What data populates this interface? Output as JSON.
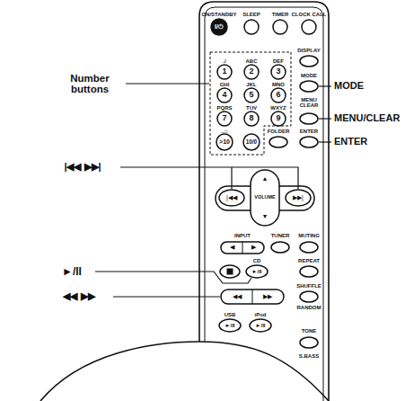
{
  "diagram": {
    "labels": [
      "ON/STANDBY",
      "SLEEP",
      "TIMER",
      "CLOCK CALL",
      "I/⏻",
      "Number buttons",
      "DISPLAY",
      "./",
      "1",
      "ABC",
      "2",
      "DEF",
      "3",
      "GHI",
      "4",
      "JKL",
      "5",
      "MNO",
      "6",
      "MODE",
      "MENU CLEAR",
      "PQRS",
      "7",
      "TUV",
      "8",
      "WXYZ",
      "9",
      "ENTER",
      ".,:;",
      ">10",
      "10/0",
      "FOLDER",
      "MODE",
      "MENU/CLEAR",
      "ENTER",
      "|◀◀   ▶▶|",
      "▲",
      "|◀◀",
      "VOLUME",
      "▶▶|",
      "▼",
      "INPUT",
      "TUNER",
      "MUTING",
      "◀",
      "▶",
      "CD",
      "REPEAT",
      "►/II",
      "►/II",
      "SHUFFLE",
      "◀◀",
      "▶▶",
      "◀◀  ▶▶",
      "RANDOM",
      "USB",
      "iPod",
      "►/II",
      "►/II",
      "TONE",
      "S.BASS"
    ]
  }
}
